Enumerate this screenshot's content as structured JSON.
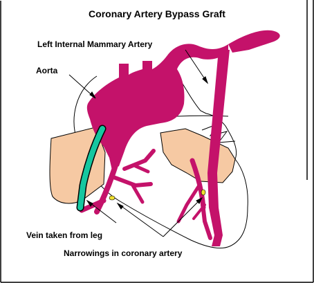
{
  "diagram": {
    "title": "Coronary Artery Bypass Graft",
    "labels": {
      "lima": "Left Internal Mammary Artery",
      "aorta": "Aorta",
      "vein": "Vein taken from leg",
      "narrowings": "Narrowings in coronary artery"
    },
    "colors": {
      "artery": "#c4126a",
      "vein_graft": "#16c7a0",
      "heart_tissue": "#f6c9a3",
      "narrowing": "#f0e030",
      "outline": "#000000",
      "background": "#ffffff"
    }
  }
}
